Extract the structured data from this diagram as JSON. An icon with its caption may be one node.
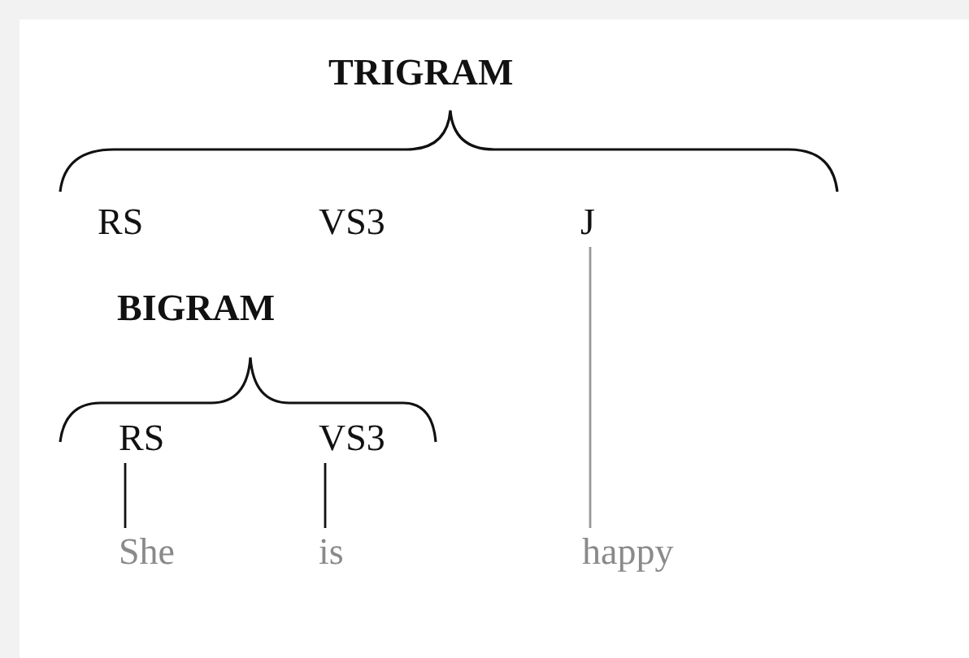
{
  "diagram": {
    "nodes": [
      {
        "text": [
          "J"
        ]
      },
      {
        "text": [
          "RS"
        ]
      },
      {
        "text": [
          "VS3"
        ]
      },
      {
        "text": [
          "She"
        ]
      },
      {
        "text": [
          "is"
        ]
      },
      {
        "text": [
          "happy"
        ]
      }
    ],
    "edges": [
      {
        "from": 1,
        "to": 3,
        "arrow": "none"
      },
      {
        "from": 2,
        "to": 4,
        "arrow": "none"
      },
      {
        "from": 0,
        "to": 5,
        "arrow": "none",
        "color": "#999999"
      }
    ],
    "labels": [
      "TRIGRAM",
      "RS",
      "VS3",
      "BIGRAM"
    ]
  }
}
